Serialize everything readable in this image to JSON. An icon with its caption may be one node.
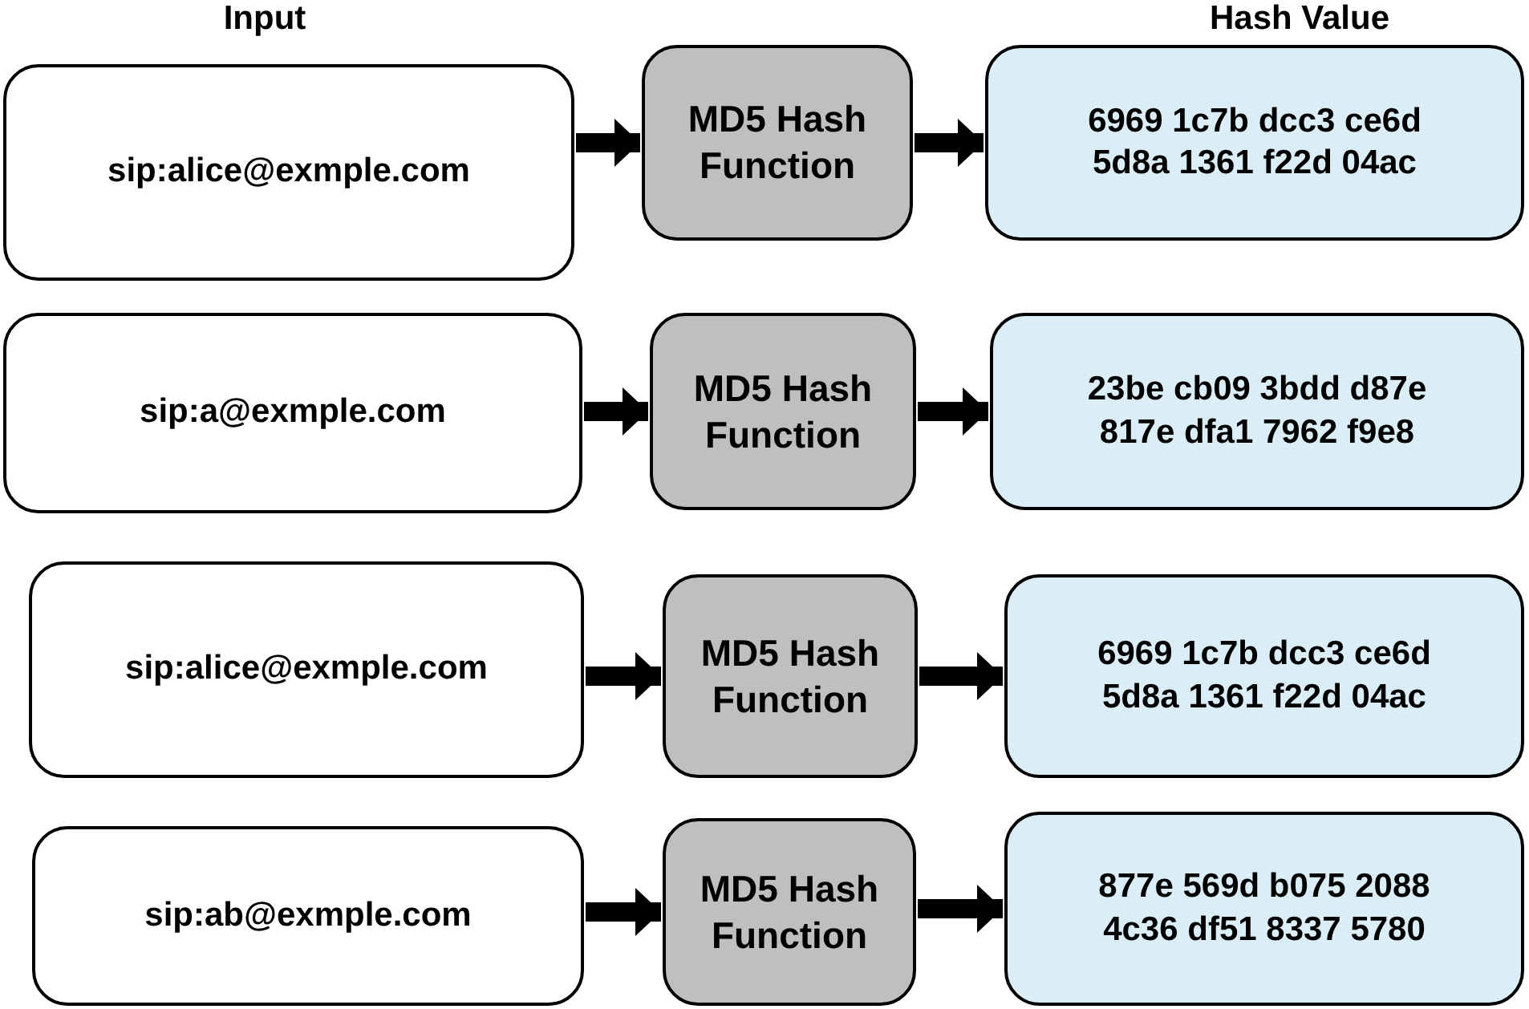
{
  "diagram": {
    "nodes": [
      {
        "text": [
          "sip:alice@exmple.com"
        ]
      },
      {
        "text": [
          "MD5 Hash Function"
        ]
      },
      {
        "text": [
          "6969 1c7b dcc3 ce6d 5d8a 1361 f22d 04ac"
        ]
      },
      {
        "text": [
          "sip:a@exmple.com"
        ]
      },
      {
        "text": [
          "MD5 Hash Function"
        ]
      },
      {
        "text": [
          "23be cb09 3bdd d87e 817e dfa1 7962 f9e8"
        ]
      },
      {
        "text": [
          "sip:alice@exmple.com"
        ]
      },
      {
        "text": [
          "MD5 Hash Function"
        ]
      },
      {
        "text": [
          "6969 1c7b dcc3 ce6d 5d8a 1361 f22d 04ac"
        ]
      },
      {
        "text": [
          "sip:ab@exmple.com"
        ]
      },
      {
        "text": [
          "MD5 Hash Function"
        ]
      },
      {
        "text": [
          "877e 569d b075 2088 4c36 df51 8337 5780"
        ]
      }
    ],
    "edges": [
      {
        "from": 0,
        "to": 1,
        "arrow": "to"
      },
      {
        "from": 1,
        "to": 2,
        "arrow": "to"
      },
      {
        "from": 3,
        "to": 4,
        "arrow": "to"
      },
      {
        "from": 4,
        "to": 5,
        "arrow": "to"
      },
      {
        "from": 6,
        "to": 7,
        "arrow": "to"
      },
      {
        "from": 7,
        "to": 8,
        "arrow": "to"
      },
      {
        "from": 9,
        "to": 10,
        "arrow": "to"
      },
      {
        "from": 10,
        "to": 11,
        "arrow": "to"
      }
    ],
    "labels": [
      "Input",
      "Hash Value"
    ]
  }
}
